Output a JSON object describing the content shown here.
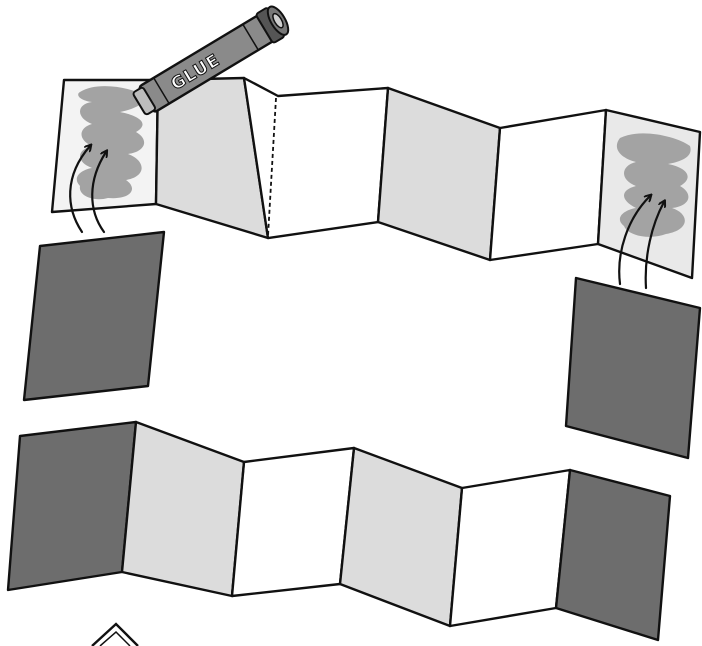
{
  "glue_stick": {
    "label": "GLUE",
    "icon": "glue-stick-icon"
  },
  "colors": {
    "cover": "#6d6d6d",
    "panel_shaded": "#dcdcdc",
    "panel_plain": "#ffffff",
    "glue_smear": "#a3a3a3",
    "line": "#111111"
  },
  "top_strip": {
    "panels": [
      "glued",
      "shaded",
      "plain",
      "shaded",
      "plain",
      "glued"
    ]
  },
  "bottom_strip": {
    "panels": [
      "cover",
      "shaded",
      "plain",
      "shaded",
      "plain",
      "cover"
    ]
  },
  "covers": [
    "cover-left",
    "cover-right"
  ]
}
